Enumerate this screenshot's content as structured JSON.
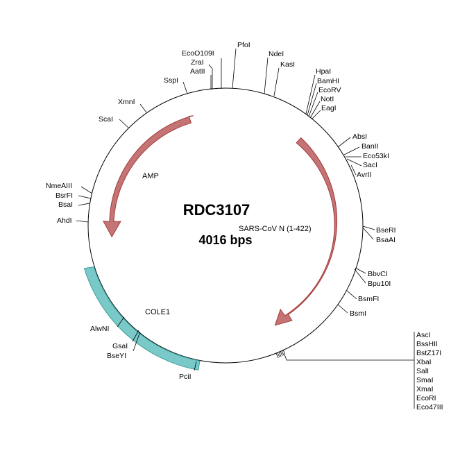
{
  "plasmid": {
    "name": "RDC3107",
    "size_label": "4016 bps"
  },
  "features": [
    {
      "id": "amp",
      "label": "AMP",
      "type": "arrow-ccw",
      "color": "#c47474",
      "stroke": "#a33a3a"
    },
    {
      "id": "sars",
      "label": "SARS-CoV N (1-422)",
      "type": "arrow-cw",
      "color": "#c47474",
      "stroke": "#a33a3a"
    },
    {
      "id": "cole1",
      "label": "COLE1",
      "type": "arc",
      "color": "#79c9c8",
      "stroke": "#3a9e9c"
    }
  ],
  "sites": [
    {
      "id": "ecoo109i",
      "label": "EcoO109I"
    },
    {
      "id": "zrai",
      "label": "ZraI"
    },
    {
      "id": "aatii",
      "label": "AatII"
    },
    {
      "id": "pfoi",
      "label": "PfoI"
    },
    {
      "id": "ndei",
      "label": "NdeI"
    },
    {
      "id": "kasi",
      "label": "KasI"
    },
    {
      "id": "sspi",
      "label": "SspI"
    },
    {
      "id": "hpai",
      "label": "HpaI"
    },
    {
      "id": "bamhi",
      "label": "BamHI"
    },
    {
      "id": "ecorv",
      "label": "EcoRV"
    },
    {
      "id": "noti",
      "label": "NotI"
    },
    {
      "id": "eagi",
      "label": "EagI"
    },
    {
      "id": "xmni",
      "label": "XmnI"
    },
    {
      "id": "scai",
      "label": "ScaI"
    },
    {
      "id": "absi",
      "label": "AbsI"
    },
    {
      "id": "banii",
      "label": "BanII"
    },
    {
      "id": "eco53ki",
      "label": "Eco53kI"
    },
    {
      "id": "saci",
      "label": "SacI"
    },
    {
      "id": "avrii",
      "label": "AvrII"
    },
    {
      "id": "nmeaiii",
      "label": "NmeAIII"
    },
    {
      "id": "bsrfi",
      "label": "BsrFI"
    },
    {
      "id": "bsai",
      "label": "BsaI"
    },
    {
      "id": "ahdi",
      "label": "AhdI"
    },
    {
      "id": "bseri",
      "label": "BseRI"
    },
    {
      "id": "bsaai",
      "label": "BsaAI"
    },
    {
      "id": "bbvci",
      "label": "BbvCI"
    },
    {
      "id": "bpu10i",
      "label": "Bpu10I"
    },
    {
      "id": "bsmfi",
      "label": "BsmFI"
    },
    {
      "id": "bsmi",
      "label": "BsmI"
    },
    {
      "id": "alwni",
      "label": "AlwNI"
    },
    {
      "id": "gsai",
      "label": "GsaI"
    },
    {
      "id": "bseyi",
      "label": "BseYI"
    },
    {
      "id": "pcii",
      "label": "PciI"
    },
    {
      "id": "asci",
      "label": "AscI"
    },
    {
      "id": "bsshii",
      "label": "BssHII"
    },
    {
      "id": "bstz17i",
      "label": "BstZ17I"
    },
    {
      "id": "xbai",
      "label": "XbaI"
    },
    {
      "id": "sali",
      "label": "SalI"
    },
    {
      "id": "smai",
      "label": "SmaI"
    },
    {
      "id": "xmai",
      "label": "XmaI"
    },
    {
      "id": "ecori",
      "label": "EcoRI"
    },
    {
      "id": "eco47iii",
      "label": "Eco47III"
    }
  ]
}
